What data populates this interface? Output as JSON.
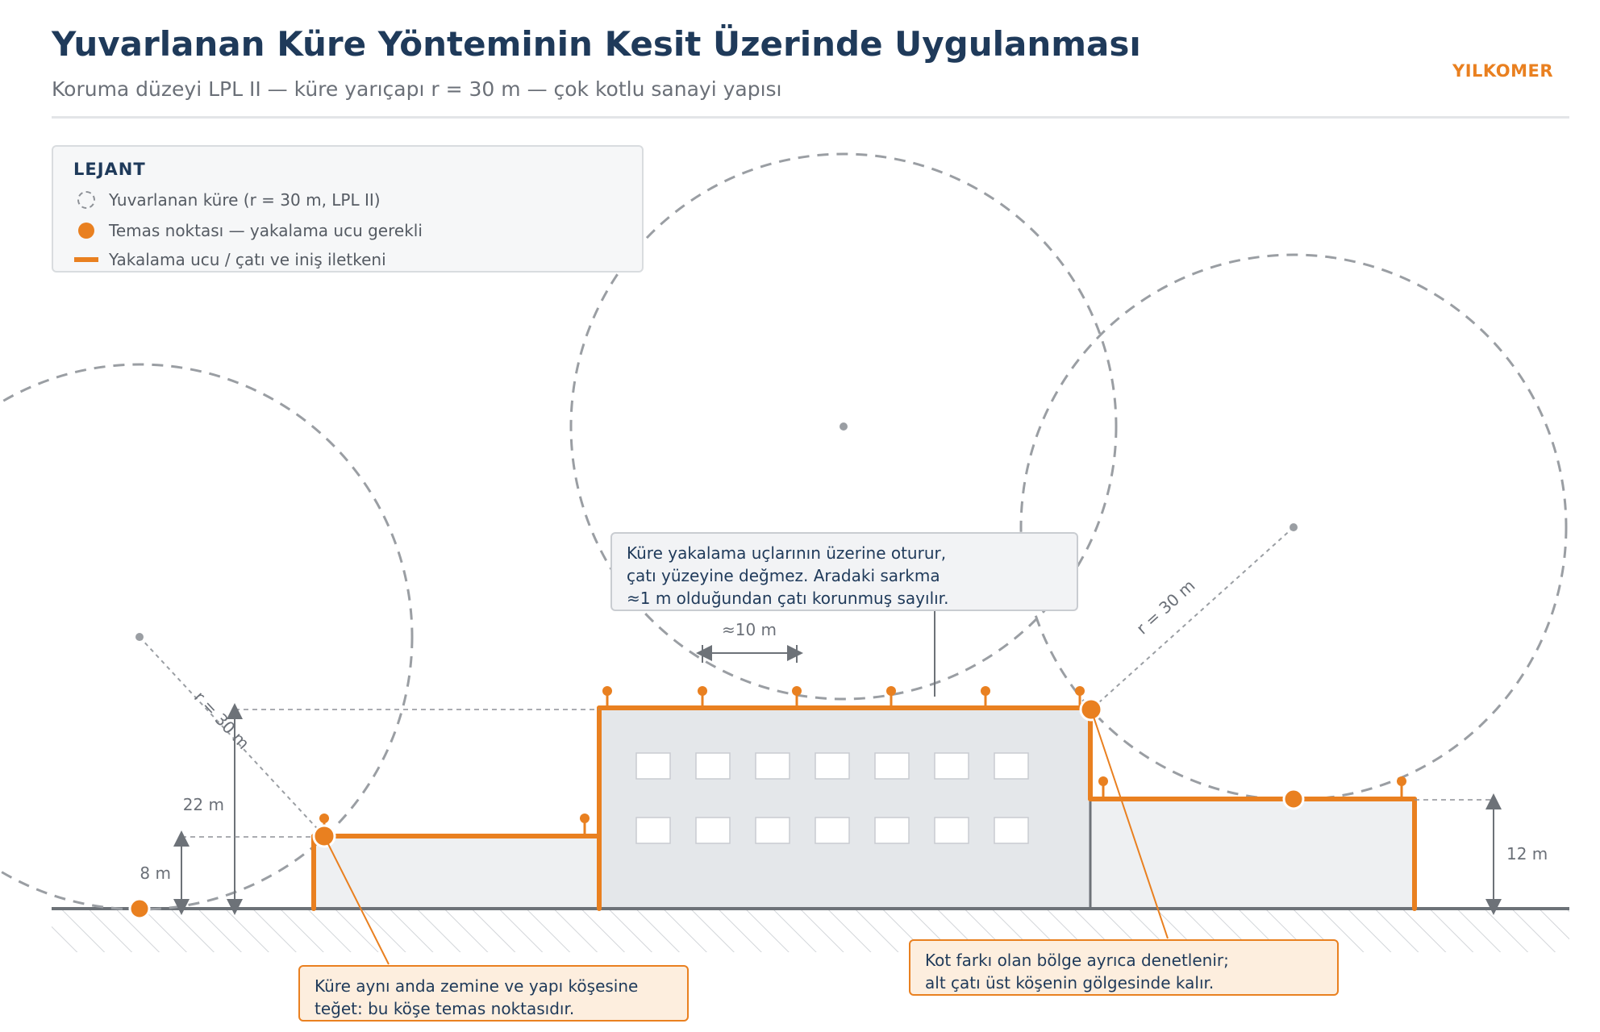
{
  "header": {
    "title": "Yuvarlanan Küre Yönteminin Kesit Üzerinde Uygulanması",
    "subtitle": "Koruma düzeyi LPL II — küre yarıçapı r = 30 m — çok kotlu sanayi yapısı",
    "brand": "YILKOMER"
  },
  "legend": {
    "title": "LEJANT",
    "sphere": "Yuvarlanan küre (r = 30 m, LPL II)",
    "contact": "Temas noktası — yakalama ucu gerekli",
    "conductor": "Yakalama ucu / çatı ve iniş iletkeni"
  },
  "dimensions": {
    "radius_left": "r = 30 m",
    "radius_right": "r = 30 m",
    "height_high": "22 m",
    "height_low": "8 m",
    "height_right": "12 m",
    "spacing": "≈10 m"
  },
  "notes": {
    "top": [
      "Küre yakalama uçlarının üzerine oturur,",
      "çatı yüzeyine değmez. Aradaki sarkma",
      "≈1 m olduğundan çatı korunmuş sayılır."
    ],
    "bottom_left": [
      "Küre aynı anda zemine ve yapı köşesine",
      "teğet: bu köşe temas noktasıdır."
    ],
    "bottom_right": [
      "Kot farkı olan bölge ayrıca denetlenir;",
      "alt çatı üst köşenin gölgesinde kalır."
    ]
  },
  "colors": {
    "title": "#1f3a5a",
    "accent": "#e98020",
    "sphere": "#9a9ea3",
    "building_main": "#e4e7ea",
    "building_side": "#eef0f2",
    "ground": "#6d7278"
  }
}
